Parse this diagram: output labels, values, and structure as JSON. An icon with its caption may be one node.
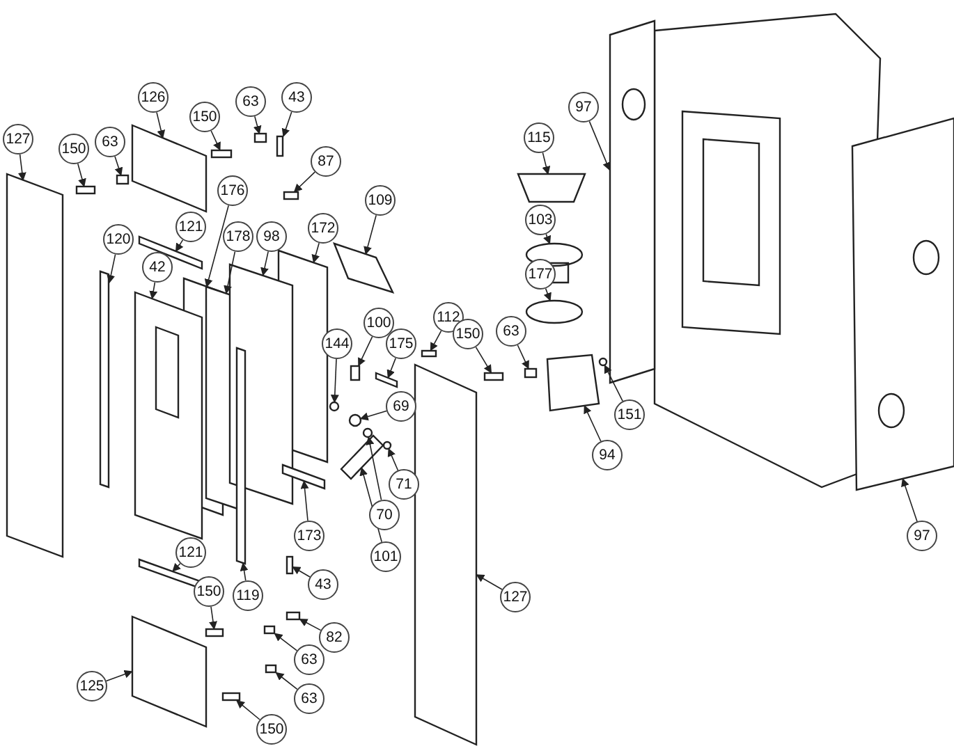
{
  "diagram": {
    "nodes": [
      {
        "text": [
          "126"
        ]
      },
      {
        "text": [
          "43"
        ]
      },
      {
        "text": [
          "63"
        ]
      },
      {
        "text": [
          "97"
        ]
      },
      {
        "text": [
          "150"
        ]
      },
      {
        "text": [
          "115"
        ]
      },
      {
        "text": [
          "127"
        ]
      },
      {
        "text": [
          "63"
        ]
      },
      {
        "text": [
          "87"
        ]
      },
      {
        "text": [
          "150"
        ]
      },
      {
        "text": [
          "176"
        ]
      },
      {
        "text": [
          "109"
        ]
      },
      {
        "text": [
          "172"
        ]
      },
      {
        "text": [
          "103"
        ]
      },
      {
        "text": [
          "121"
        ]
      },
      {
        "text": [
          "178"
        ]
      },
      {
        "text": [
          "98"
        ]
      },
      {
        "text": [
          "120"
        ]
      },
      {
        "text": [
          "177"
        ]
      },
      {
        "text": [
          "42"
        ]
      },
      {
        "text": [
          "100"
        ]
      },
      {
        "text": [
          "63"
        ]
      },
      {
        "text": [
          "112"
        ]
      },
      {
        "text": [
          "144"
        ]
      },
      {
        "text": [
          "150"
        ]
      },
      {
        "text": [
          "175"
        ]
      },
      {
        "text": [
          "69"
        ]
      },
      {
        "text": [
          "151"
        ]
      },
      {
        "text": [
          "94"
        ]
      },
      {
        "text": [
          "71"
        ]
      },
      {
        "text": [
          "97"
        ]
      },
      {
        "text": [
          "70"
        ]
      },
      {
        "text": [
          "173"
        ]
      },
      {
        "text": [
          "101"
        ]
      },
      {
        "text": [
          "121"
        ]
      },
      {
        "text": [
          "43"
        ]
      },
      {
        "text": [
          "119"
        ]
      },
      {
        "text": [
          "127"
        ]
      },
      {
        "text": [
          "150"
        ]
      },
      {
        "text": [
          "82"
        ]
      },
      {
        "text": [
          "63"
        ]
      },
      {
        "text": [
          "125"
        ]
      },
      {
        "text": [
          "63"
        ]
      },
      {
        "text": [
          "150"
        ]
      },
      {
        "text": [],
        "shape": "box"
      },
      {
        "text": [],
        "shape": "box"
      },
      {
        "text": [],
        "shape": "box"
      },
      {
        "text": [],
        "shape": "box"
      },
      {
        "text": [],
        "shape": "box"
      },
      {
        "text": [],
        "shape": "box"
      },
      {
        "text": [],
        "shape": "box"
      },
      {
        "text": [],
        "shape": "box"
      },
      {
        "text": [],
        "shape": "box"
      },
      {
        "text": [],
        "shape": "box"
      },
      {
        "text": [],
        "shape": "box"
      },
      {
        "text": [],
        "shape": "box"
      },
      {
        "text": [],
        "shape": "box"
      },
      {
        "text": [],
        "shape": "box"
      },
      {
        "text": [],
        "shape": "box"
      },
      {
        "text": [],
        "shape": "box"
      },
      {
        "text": [],
        "shape": "box"
      },
      {
        "text": [],
        "shape": "box"
      },
      {
        "text": [],
        "shape": "circle"
      },
      {
        "text": [],
        "shape": "box"
      },
      {
        "text": [],
        "shape": "box"
      },
      {
        "text": [],
        "shape": "box"
      },
      {
        "text": [],
        "shape": "box"
      },
      {
        "text": [],
        "shape": "circle"
      },
      {
        "text": [],
        "shape": "box"
      },
      {
        "text": [],
        "shape": "box"
      },
      {
        "text": [],
        "shape": "circle"
      },
      {
        "text": [],
        "shape": "circle"
      },
      {
        "text": [],
        "shape": "box"
      },
      {
        "text": [],
        "shape": "circle"
      },
      {
        "text": [],
        "shape": "box"
      },
      {
        "text": [],
        "shape": "circle"
      },
      {
        "text": [],
        "shape": "box"
      },
      {
        "text": [],
        "shape": "box"
      },
      {
        "text": [],
        "shape": "box"
      },
      {
        "text": [],
        "shape": "box"
      },
      {
        "text": [],
        "shape": "box"
      },
      {
        "text": [],
        "shape": "box"
      },
      {
        "text": [],
        "shape": "box"
      },
      {
        "text": [],
        "shape": "box"
      },
      {
        "text": [],
        "shape": "box"
      },
      {
        "text": [],
        "shape": "box"
      },
      {
        "text": [],
        "shape": "box"
      },
      {
        "text": [],
        "shape": "box"
      }
    ],
    "edges": [
      {
        "from": 0,
        "to": 44,
        "arrow": "to"
      },
      {
        "from": 1,
        "to": 45,
        "arrow": "to"
      },
      {
        "from": 2,
        "to": 46,
        "arrow": "to"
      },
      {
        "from": 3,
        "to": 47,
        "arrow": "to"
      },
      {
        "from": 4,
        "to": 48,
        "arrow": "to"
      },
      {
        "from": 5,
        "to": 49,
        "arrow": "to"
      },
      {
        "from": 6,
        "to": 50,
        "arrow": "to"
      },
      {
        "from": 7,
        "to": 51,
        "arrow": "to"
      },
      {
        "from": 8,
        "to": 52,
        "arrow": "to"
      },
      {
        "from": 9,
        "to": 53,
        "arrow": "to"
      },
      {
        "from": 10,
        "to": 54,
        "arrow": "to"
      },
      {
        "from": 11,
        "to": 55,
        "arrow": "to"
      },
      {
        "from": 12,
        "to": 56,
        "arrow": "to"
      },
      {
        "from": 13,
        "to": 57,
        "arrow": "to"
      },
      {
        "from": 14,
        "to": 58,
        "arrow": "to"
      },
      {
        "from": 15,
        "to": 59,
        "arrow": "to"
      },
      {
        "from": 16,
        "to": 60,
        "arrow": "to"
      },
      {
        "from": 17,
        "to": 61,
        "arrow": "to"
      },
      {
        "from": 18,
        "to": 62,
        "arrow": "to"
      },
      {
        "from": 19,
        "to": 63,
        "arrow": "to"
      },
      {
        "from": 20,
        "to": 64,
        "arrow": "to"
      },
      {
        "from": 21,
        "to": 65,
        "arrow": "to"
      },
      {
        "from": 22,
        "to": 66,
        "arrow": "to"
      },
      {
        "from": 23,
        "to": 67,
        "arrow": "to"
      },
      {
        "from": 24,
        "to": 68,
        "arrow": "to"
      },
      {
        "from": 25,
        "to": 69,
        "arrow": "to"
      },
      {
        "from": 26,
        "to": 70,
        "arrow": "to"
      },
      {
        "from": 27,
        "to": 71,
        "arrow": "to"
      },
      {
        "from": 28,
        "to": 72,
        "arrow": "to"
      },
      {
        "from": 29,
        "to": 73,
        "arrow": "to"
      },
      {
        "from": 30,
        "to": 74,
        "arrow": "to"
      },
      {
        "from": 31,
        "to": 75,
        "arrow": "to"
      },
      {
        "from": 32,
        "to": 76,
        "arrow": "to"
      },
      {
        "from": 33,
        "to": 77,
        "arrow": "to"
      },
      {
        "from": 34,
        "to": 78,
        "arrow": "to"
      },
      {
        "from": 35,
        "to": 79,
        "arrow": "to"
      },
      {
        "from": 36,
        "to": 80,
        "arrow": "to"
      },
      {
        "from": 37,
        "to": 81,
        "arrow": "to"
      },
      {
        "from": 38,
        "to": 82,
        "arrow": "to"
      },
      {
        "from": 39,
        "to": 83,
        "arrow": "to"
      },
      {
        "from": 40,
        "to": 84,
        "arrow": "to"
      },
      {
        "from": 41,
        "to": 85,
        "arrow": "to"
      },
      {
        "from": 42,
        "to": 86,
        "arrow": "to"
      },
      {
        "from": 43,
        "to": 87,
        "arrow": "to"
      }
    ]
  }
}
